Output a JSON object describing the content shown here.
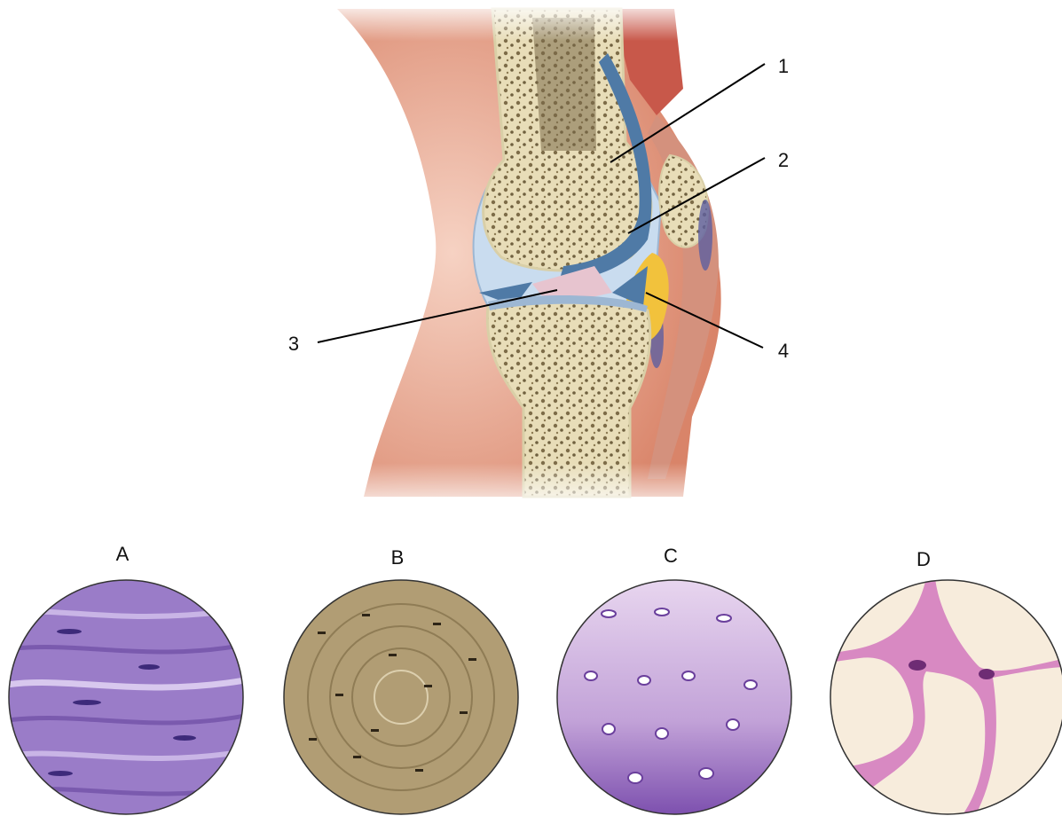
{
  "diagram": {
    "callouts": [
      "1",
      "2",
      "3",
      "4"
    ],
    "panels": [
      "A",
      "B",
      "C",
      "D"
    ]
  },
  "colors": {
    "skin": "#e9a58f",
    "skin_dark": "#c86f55",
    "bone": "#efe6c6",
    "bone_spongy": "#8a7a55",
    "cartilage_blue": "#4f7aa6",
    "capsule_light": "#c9dcef",
    "ligament_pink": "#e7c4cf",
    "fat_yellow": "#f2c23c",
    "muscle_red": "#c8584a",
    "tissue_a": "#8f6fbf",
    "tissue_b": "#a8906a",
    "tissue_c": "#b99bd0",
    "tissue_d": "#f6e9dc"
  }
}
